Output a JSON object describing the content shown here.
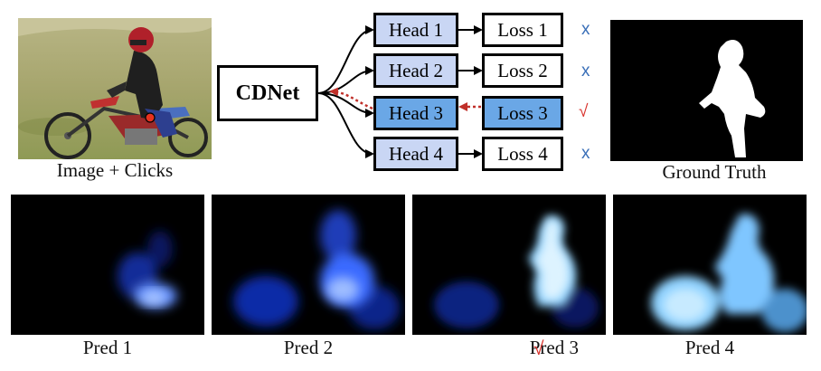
{
  "top": {
    "input_caption": "Image + Clicks",
    "network_label": "CDNet",
    "heads": [
      {
        "label": "Head 1",
        "loss": "Loss 1",
        "mark": "x",
        "selected": false
      },
      {
        "label": "Head 2",
        "loss": "Loss 2",
        "mark": "x",
        "selected": false
      },
      {
        "label": "Head 3",
        "loss": "Loss 3",
        "mark": "√",
        "selected": true
      },
      {
        "label": "Head 4",
        "loss": "Loss 4",
        "mark": "x",
        "selected": false
      }
    ],
    "ground_truth_caption": "Ground Truth"
  },
  "predictions": [
    {
      "caption": "Pred 1",
      "mark": ""
    },
    {
      "caption": "Pred 2",
      "mark": ""
    },
    {
      "caption": "Pred 3",
      "mark": "√"
    },
    {
      "caption": "Pred 4",
      "mark": ""
    }
  ],
  "colors": {
    "head_fill": "#c9d6f4",
    "selected_fill": "#6aa7e6",
    "cross_mark": "#3a6fb8",
    "check_mark": "#d8302a",
    "feedback_arrow": "#c0302a",
    "prediction_glow": "#2f6cff",
    "click_point": "#e8321e"
  }
}
